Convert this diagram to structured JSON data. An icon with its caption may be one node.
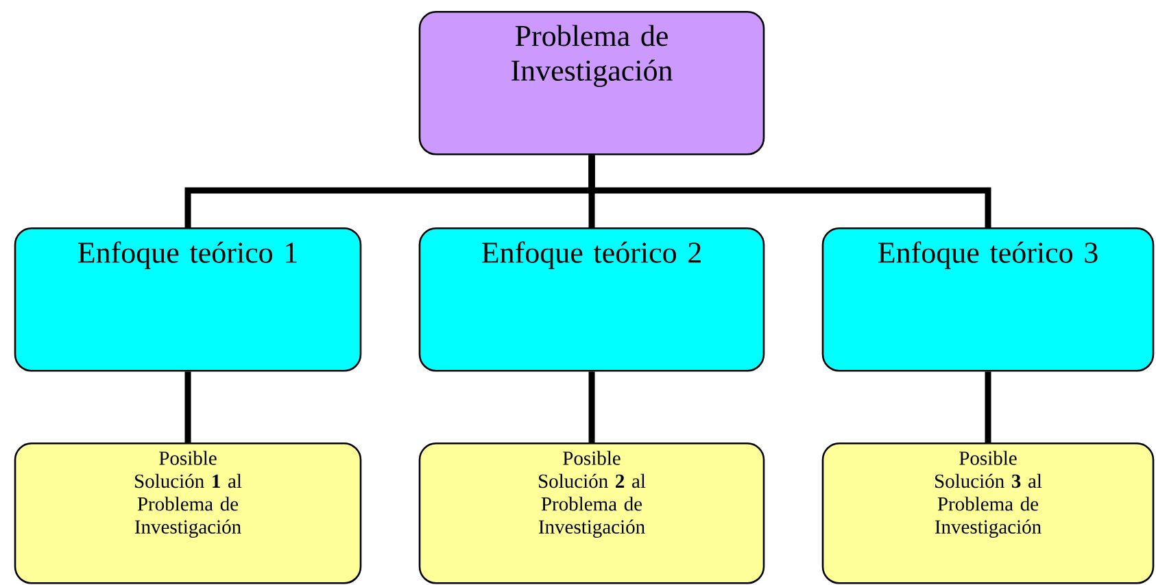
{
  "diagram": {
    "nodes": [
      {
        "text": [
          "Problema de Investigación"
        ]
      },
      {
        "text": [
          "Enfoque teórico 1"
        ]
      },
      {
        "text": [
          "Enfoque teórico 2"
        ]
      },
      {
        "text": [
          "Enfoque teórico 3"
        ]
      },
      {
        "text": [
          "Posible Solución **1** al Problema de Investigación"
        ]
      },
      {
        "text": [
          "Posible Solución **2** al Problema de Investigación"
        ]
      },
      {
        "text": [
          "Posible Solución **3** al Problema de Investigación"
        ]
      }
    ],
    "edges": [
      {
        "from": 0,
        "to": 1,
        "arrow": "none"
      },
      {
        "from": 0,
        "to": 2,
        "arrow": "none"
      },
      {
        "from": 0,
        "to": 3,
        "arrow": "none"
      },
      {
        "from": 1,
        "to": 4,
        "arrow": "none"
      },
      {
        "from": 2,
        "to": 5,
        "arrow": "none"
      },
      {
        "from": 3,
        "to": 6,
        "arrow": "none"
      }
    ]
  }
}
